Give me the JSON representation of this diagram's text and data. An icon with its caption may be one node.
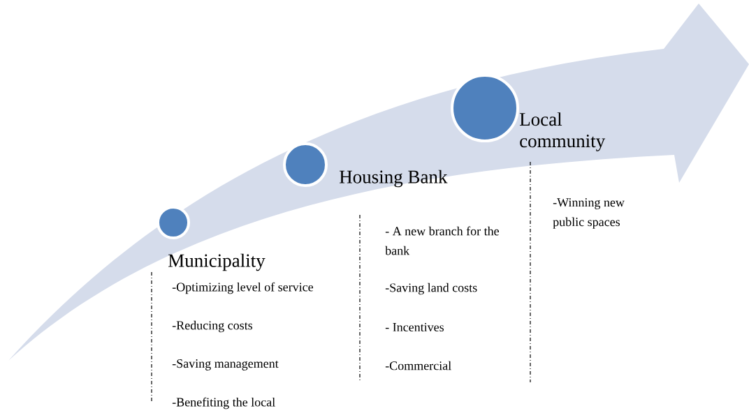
{
  "diagram": {
    "nodes": [
      {
        "text": [
          "Municipality"
        ]
      },
      {
        "text": [
          "Housing Bank"
        ]
      },
      {
        "text": [
          "Local community"
        ]
      }
    ],
    "labels": [
      "-Winning new public spaces",
      "- A new branch for the bank",
      "-Optimizing level of service",
      "-Saving land costs",
      "-Reducing costs",
      "- Incentives",
      "-Saving management",
      "-Commercial",
      "-Benefiting the local"
    ]
  }
}
